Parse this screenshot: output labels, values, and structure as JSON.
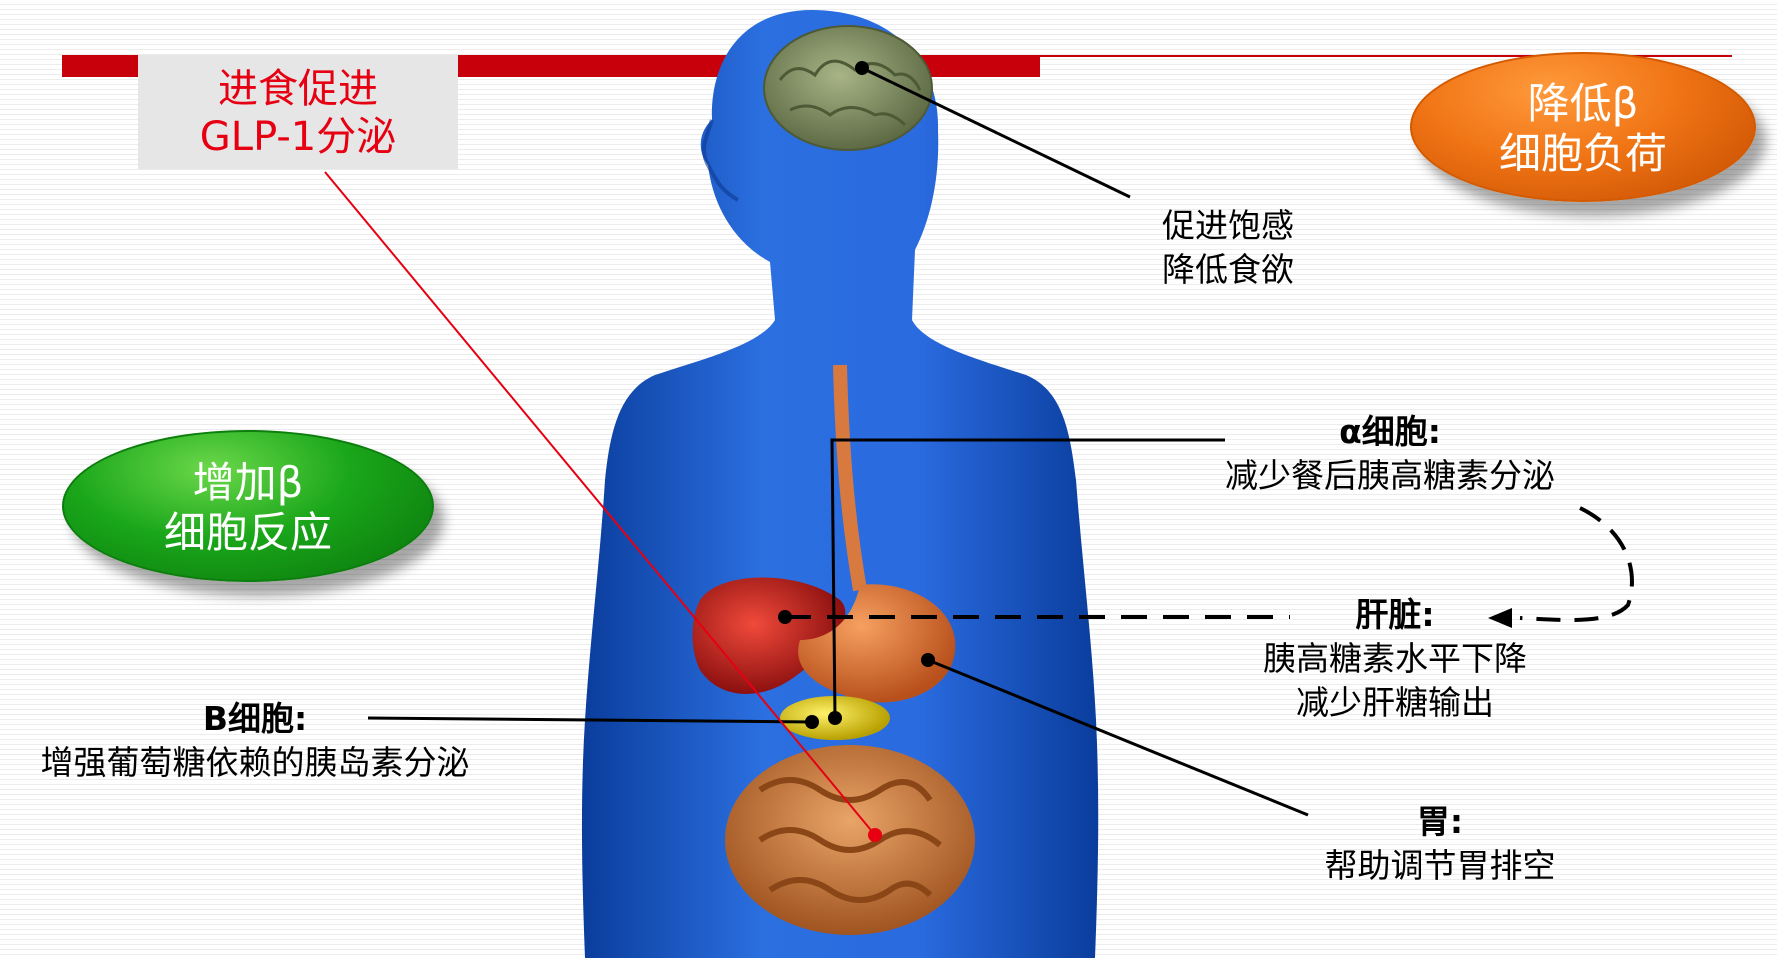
{
  "callout": {
    "line1": "进食促进",
    "line2": "GLP-1分泌"
  },
  "ovals": {
    "reduce_beta": {
      "line1": "降低β",
      "line2": "细胞负荷"
    },
    "increase_beta": {
      "line1": "增加β",
      "line2": "细胞反应"
    }
  },
  "labels": {
    "brain": {
      "line1": "促进饱感",
      "line2": "降低食欲"
    },
    "alpha_cell": {
      "title": "α细胞:",
      "desc": "减少餐后胰高糖素分泌"
    },
    "liver": {
      "title": "肝脏:",
      "desc1": "胰高糖素水平下降",
      "desc2": "减少肝糖输出"
    },
    "stomach": {
      "title": "胃:",
      "desc": "帮助调节胃排空"
    },
    "beta_cell": {
      "title": "B细胞:",
      "desc": "增强葡萄糖依赖的胰岛素分泌"
    }
  },
  "colors": {
    "accent_red": "#c8000b",
    "callout_text": "#e60012",
    "body_blue": "#1f5fd6",
    "oval_orange": "#f07414",
    "oval_green": "#1aa61a"
  }
}
